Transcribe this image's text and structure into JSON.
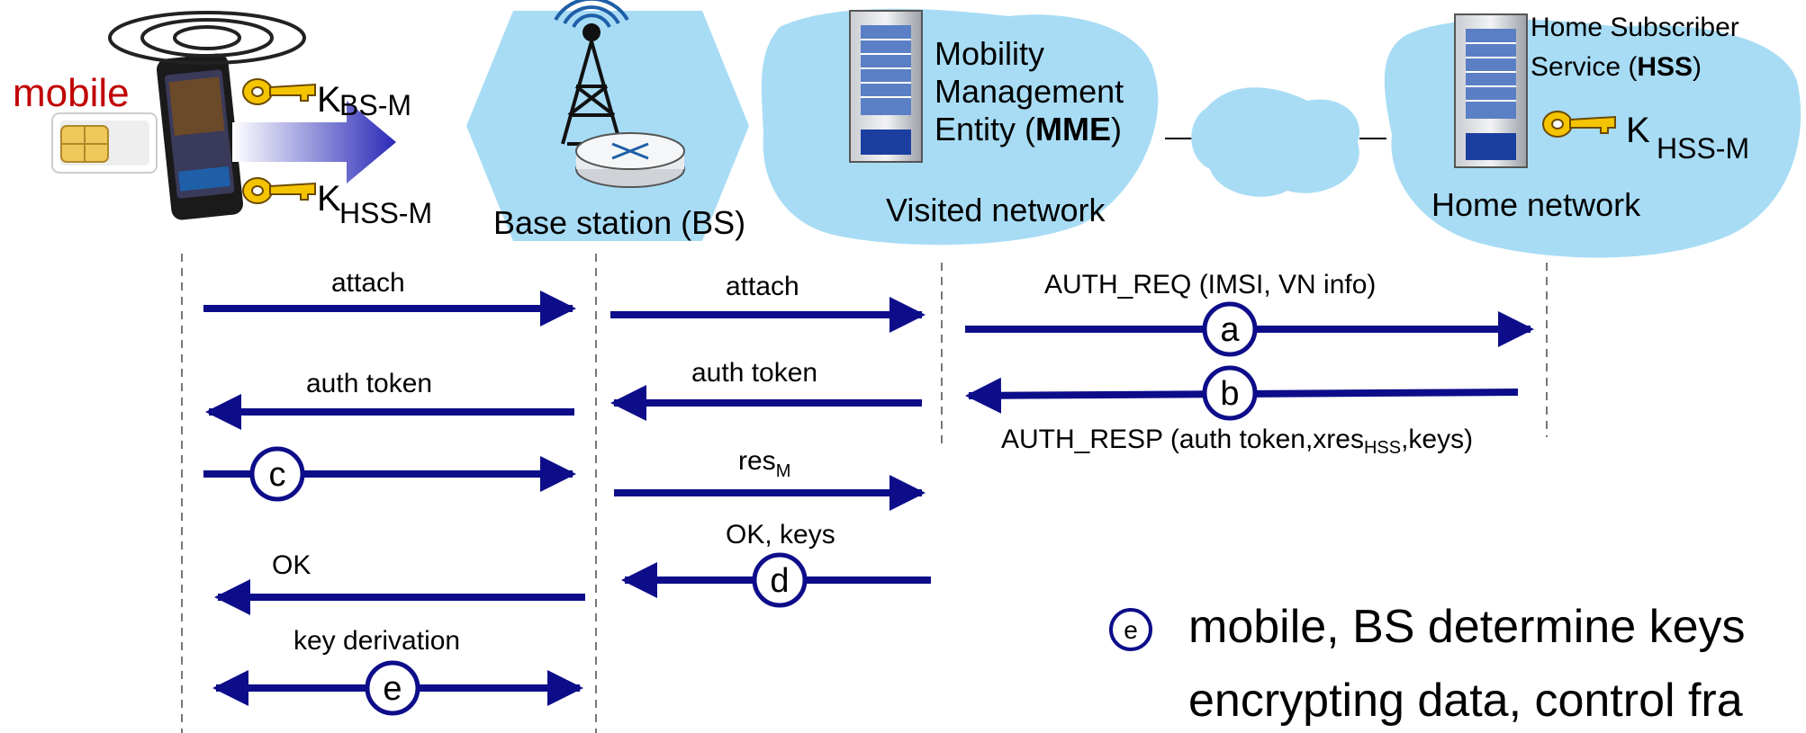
{
  "entities": {
    "mobile_label": "mobile",
    "bs_label": "Base station (BS)",
    "mme_line1": "Mobility",
    "mme_line2": "Management",
    "mme_line3_pre": "Entity (",
    "mme_line3_bold": "MME",
    "mme_line3_post": ")",
    "visited_label": "Visited network",
    "hss_line1": "Home Subscriber",
    "hss_line2_pre": "Service (",
    "hss_line2_bold": "HSS",
    "hss_line2_post": ")",
    "home_label": "Home network"
  },
  "keys": {
    "k_bs_m_main": "K",
    "k_bs_m_sub": "BS-M",
    "k_hss_m_main": "K",
    "k_hss_m_sub": "HSS-M",
    "k_hss_home_main": "K",
    "k_hss_home_sub": "HSS-M"
  },
  "messages": {
    "m1": "attach",
    "m2": "attach",
    "m3": "AUTH_REQ (IMSI, VN info)",
    "m4": "auth token",
    "m5": "auth token",
    "m6_pre": "AUTH_RESP (auth token,xres",
    "m6_sub": "HSS",
    "m6_post": ",keys)",
    "m7_main": "res",
    "m7_sub": "M",
    "m8": "OK, keys",
    "m9": "OK",
    "m10": "key derivation"
  },
  "steps": {
    "a": "a",
    "b": "b",
    "c": "c",
    "d": "d",
    "e": "e"
  },
  "note": {
    "line1": "mobile, BS determine keys",
    "line2": "encrypting data, control fra"
  },
  "colors": {
    "arrow": "#0d0d8a",
    "cloud": "#a8dcf5",
    "mobile_red": "#c00000",
    "key_gold": "#f5c400"
  }
}
